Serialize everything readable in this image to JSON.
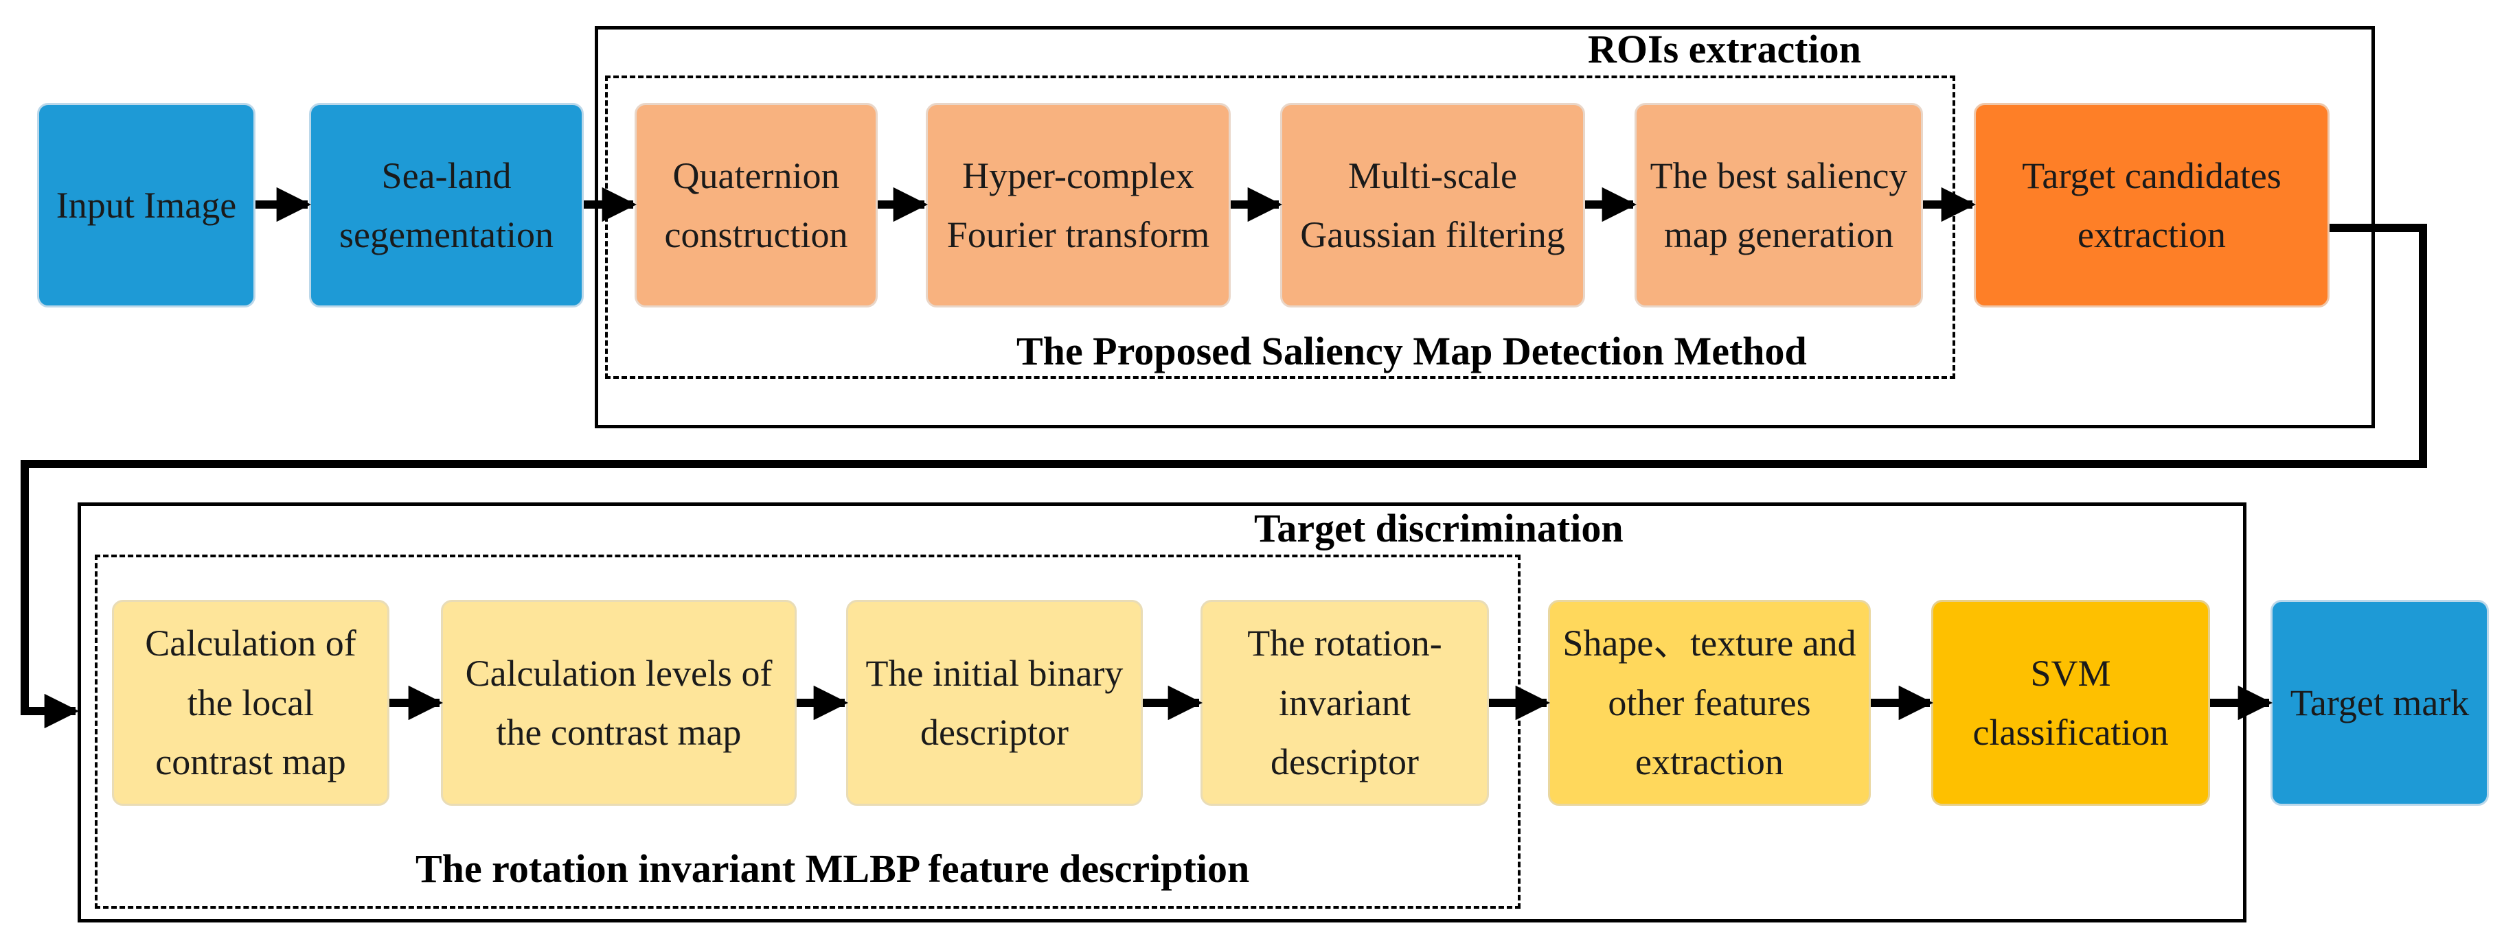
{
  "groups": {
    "roi_title": "ROIs extraction",
    "saliency_title": "The Proposed Saliency Map Detection  Method",
    "discrimination_title": "Target discrimination",
    "mlbp_title": "The  rotation invariant MLBP  feature  description"
  },
  "top_row": {
    "input_image": [
      "Input Image"
    ],
    "sea_land": [
      "Sea-land",
      "segementation"
    ],
    "quaternion": [
      "Quaternion",
      "construction"
    ],
    "hyper_complex": [
      "Hyper-complex",
      "Fourier transform"
    ],
    "multi_scale": [
      "Multi-scale",
      "Gaussian filtering"
    ],
    "best_saliency": [
      "The best saliency",
      "map generation"
    ],
    "target_candidates": [
      "Target candidates",
      "extraction"
    ]
  },
  "bottom_row": {
    "local_contrast": [
      "Calculation of",
      "the local",
      "contrast map"
    ],
    "contrast_levels": [
      "Calculation   levels of",
      "the contrast map"
    ],
    "initial_binary": [
      "The initial binary",
      "descriptor"
    ],
    "rotation_invariant": [
      "The rotation-",
      "invariant",
      "descriptor"
    ],
    "shape_texture": [
      "Shape、texture and",
      "other features",
      "extraction"
    ],
    "svm": [
      "SVM",
      "classification"
    ],
    "target_mark": [
      "Target mark"
    ]
  },
  "colors": {
    "blue": "#1e9ad6",
    "salmon": "#f8b27f",
    "orange": "#fe7f27",
    "light_yellow": "#fee59a",
    "yellow": "#ffd85c",
    "gold": "#fec000"
  }
}
